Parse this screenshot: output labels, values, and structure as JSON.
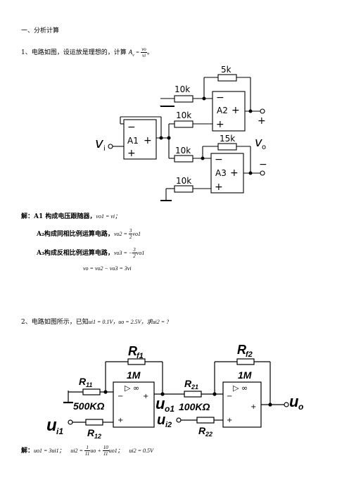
{
  "section_heading": "一、分析计算",
  "q1": {
    "number": "1、",
    "prompt": "电路如图，设运放是理想的，计算",
    "formula_lhs": "A",
    "formula_sub": "v",
    "formula_eq": " = ",
    "formula_num": "vo",
    "formula_den": "vi",
    "tail": "。",
    "circuit": {
      "r_top": "5k",
      "r_a2_in": "10k",
      "r_a2_plus": "10k",
      "r_top2": "15k",
      "r_a3_in": "10k",
      "r_a3_plus": "10k",
      "a1": "A1",
      "a2": "A2",
      "a3": "A3",
      "minus": "−",
      "plus": "+",
      "vi": "v",
      "vi_sub": "i",
      "vo": "v",
      "vo_sub": "o",
      "out_plus": "+",
      "out_minus": "−"
    },
    "solution": {
      "label": "解：",
      "line1_bold": "A1 构成电压跟随器，",
      "line1_math": "vo1 = vi；",
      "line2_bold": "A₂构成同相比例运算电路，",
      "line2_math_pre": "vo2 = ",
      "line2_frac_num": "3",
      "line2_frac_den": "2",
      "line2_math_post": "vo1",
      "line3_bold": "A₃构成反相比例运算电路，",
      "line3_math_pre": "vo3 = −",
      "line3_frac_num": "3",
      "line3_frac_den": "2",
      "line3_math_post": "vo1",
      "line4_math": "vo = vo2 − vo3 = 3vi"
    }
  },
  "q2": {
    "number": "2、",
    "prompt_a": "电路如图所示，已知",
    "prompt_b": "ui1 = 0.1V，uo = 2.5V，求ui2 = ?",
    "circuit": {
      "rf1": "R",
      "rf1_sub": "f1",
      "rf1_value": "1M",
      "rf2": "R",
      "rf2_sub": "f2",
      "rf2_value": "1M",
      "r11": "R",
      "r11_sub": "11",
      "r11_value": "500KΩ",
      "r12": "R",
      "r12_sub": "12",
      "r21": "R",
      "r21_sub": "21",
      "r21_value": "100KΩ",
      "r22": "R",
      "r22_sub": "22",
      "ui1": "u",
      "ui1_sub": "i1",
      "uo1": "u",
      "uo1_sub": "o1",
      "ui2": "u",
      "ui2_sub": "i2",
      "uo": "u",
      "uo_sub": "o",
      "opamp_symbol": "▷ ∞",
      "minus": "−",
      "plus": "+"
    },
    "solution": {
      "label": "解：",
      "part1": "uo1 = 3ui1；",
      "part2_pre": "ui2 = ",
      "part2_f1_num": "1",
      "part2_f1_den": "11",
      "part2_mid": "uo + ",
      "part2_f2_num": "10",
      "part2_f2_den": "11",
      "part2_post": "uo1；",
      "part3": "ui2 = 0.5V"
    }
  }
}
